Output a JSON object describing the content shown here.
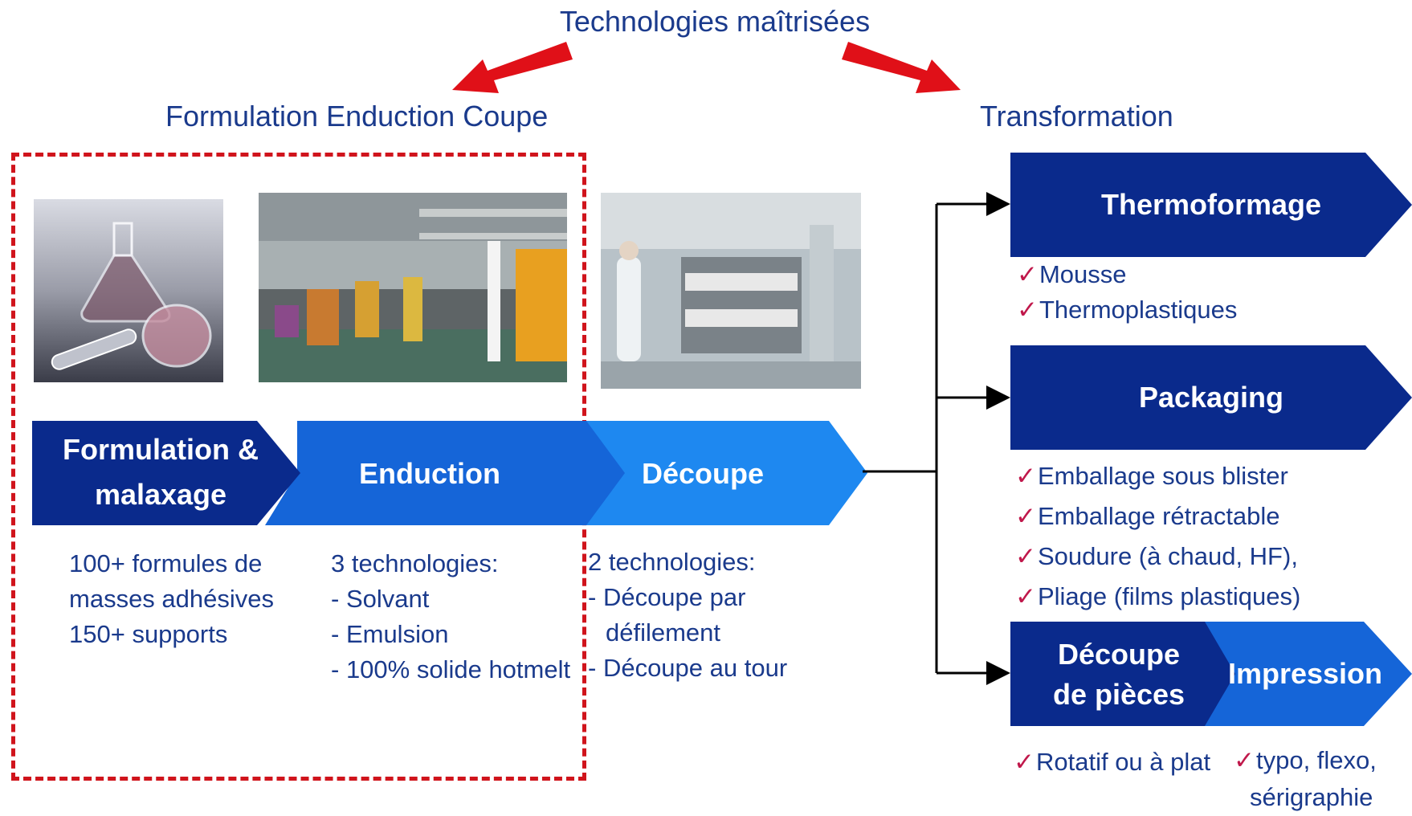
{
  "header": {
    "title": "Technologies maîtrisées"
  },
  "left_section": {
    "title": "Formulation Enduction Coupe"
  },
  "right_section": {
    "title": "Transformation"
  },
  "process_steps": [
    {
      "label_line1": "Formulation &",
      "label_line2": "malaxage"
    },
    {
      "label": "Enduction"
    },
    {
      "label": "Découpe"
    }
  ],
  "step_descriptions": {
    "formulation": [
      "100+ formules de",
      "masses adhésives",
      "150+ supports"
    ],
    "enduction": {
      "intro": "3 technologies:",
      "items": [
        "Solvant",
        "Emulsion",
        "100% solide hotmelt"
      ]
    },
    "decoupe": {
      "intro": "2 technologies:",
      "items": [
        "Découpe par",
        "défilement",
        "Découpe au tour"
      ]
    }
  },
  "transformations": {
    "thermoformage": {
      "label": "Thermoformage",
      "checks": [
        "Mousse",
        "Thermoplastiques"
      ]
    },
    "packaging": {
      "label": "Packaging",
      "checks": [
        "Emballage sous blister",
        "Emballage rétractable",
        "Soudure (à chaud, HF),",
        "Pliage (films plastiques)"
      ]
    },
    "decoupe_pieces": {
      "label_line1": "Découpe",
      "label_line2": "de pièces",
      "checks": [
        "Rotatif ou à plat"
      ]
    },
    "impression": {
      "label": "Impression",
      "checks": [
        "typo, flexo,",
        "sérigraphie"
      ]
    }
  },
  "colors": {
    "dark_blue": "#0a2a8c",
    "mid_blue": "#1565d8",
    "light_blue": "#1e88f0",
    "red_arrow": "#e01018",
    "dashed_border": "#d0141c",
    "text_blue": "#1a3a8c",
    "check_mark": "#c0184b"
  },
  "icons": [
    "red-arrow-left-icon",
    "red-arrow-right-icon",
    "check-icon",
    "connector-arrow-icon"
  ]
}
